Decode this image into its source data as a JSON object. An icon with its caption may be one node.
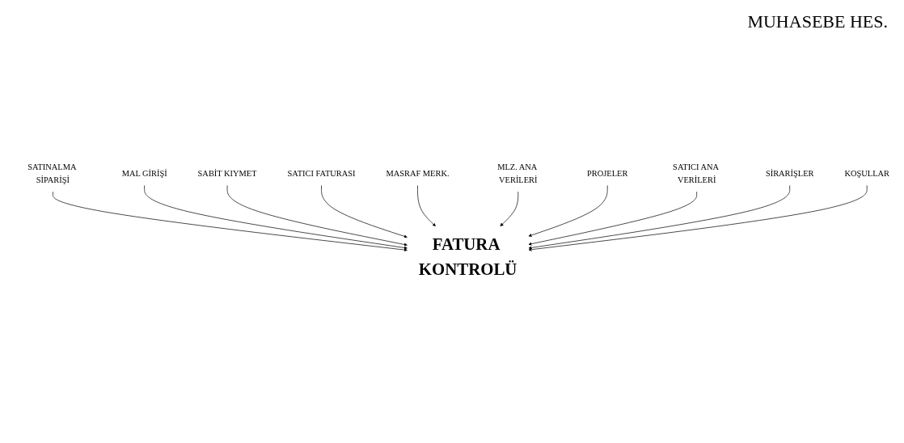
{
  "diagram": {
    "nodes": [
      {
        "text": [
          "SATINALMA SİPARİŞİ"
        ]
      },
      {
        "text": [
          "MAL GİRİŞİ"
        ]
      },
      {
        "text": [
          "SABİT KIYMET"
        ]
      },
      {
        "text": [
          "FATURA KONTROLÜ"
        ]
      },
      {
        "text": [
          "SATICI FATURASI"
        ]
      },
      {
        "text": [
          "MASRAF MERK."
        ]
      },
      {
        "text": [
          "MLZ. ANA VERİLERİ"
        ]
      },
      {
        "text": [
          "PROJELER"
        ]
      },
      {
        "text": [
          "SATICI ANA VERİLERİ"
        ]
      },
      {
        "text": [
          "SİRARİŞLER"
        ]
      },
      {
        "text": [
          "KOŞULLAR"
        ]
      }
    ],
    "edges": [
      {
        "from": 0,
        "to": 3,
        "arrow": "to"
      },
      {
        "from": 1,
        "to": 3,
        "arrow": "to"
      },
      {
        "from": 2,
        "to": 3,
        "arrow": "to"
      },
      {
        "from": 4,
        "to": 3,
        "arrow": "to"
      },
      {
        "from": 5,
        "to": 3,
        "arrow": "to"
      },
      {
        "from": 6,
        "to": 3,
        "arrow": "to"
      },
      {
        "from": 7,
        "to": 3,
        "arrow": "to"
      },
      {
        "from": 8,
        "to": 3,
        "arrow": "to"
      },
      {
        "from": 9,
        "to": 3,
        "arrow": "to"
      },
      {
        "from": 10,
        "to": 3,
        "arrow": "to"
      }
    ],
    "labels": [
      "MUHASEBE HES."
    ]
  }
}
